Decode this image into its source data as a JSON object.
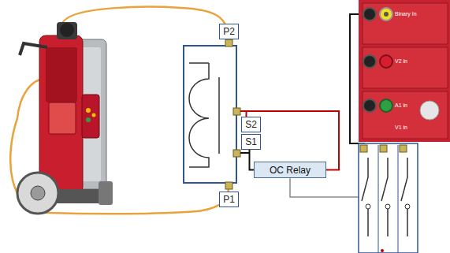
{
  "diagram": {
    "nodes": [
      {
        "text": [
          "P2"
        ]
      },
      {
        "text": [
          "S2"
        ]
      },
      {
        "text": [
          "S1"
        ]
      },
      {
        "text": [
          "P1"
        ]
      },
      {
        "text": [
          "OC Relay"
        ]
      }
    ],
    "edges": [
      {
        "from": 1,
        "to": 4,
        "arrow": "none"
      },
      {
        "from": 2,
        "to": 4,
        "arrow": "none"
      }
    ],
    "labels": [
      "Binary In",
      "V2 in",
      "A1 in",
      "V1 in"
    ]
  }
}
